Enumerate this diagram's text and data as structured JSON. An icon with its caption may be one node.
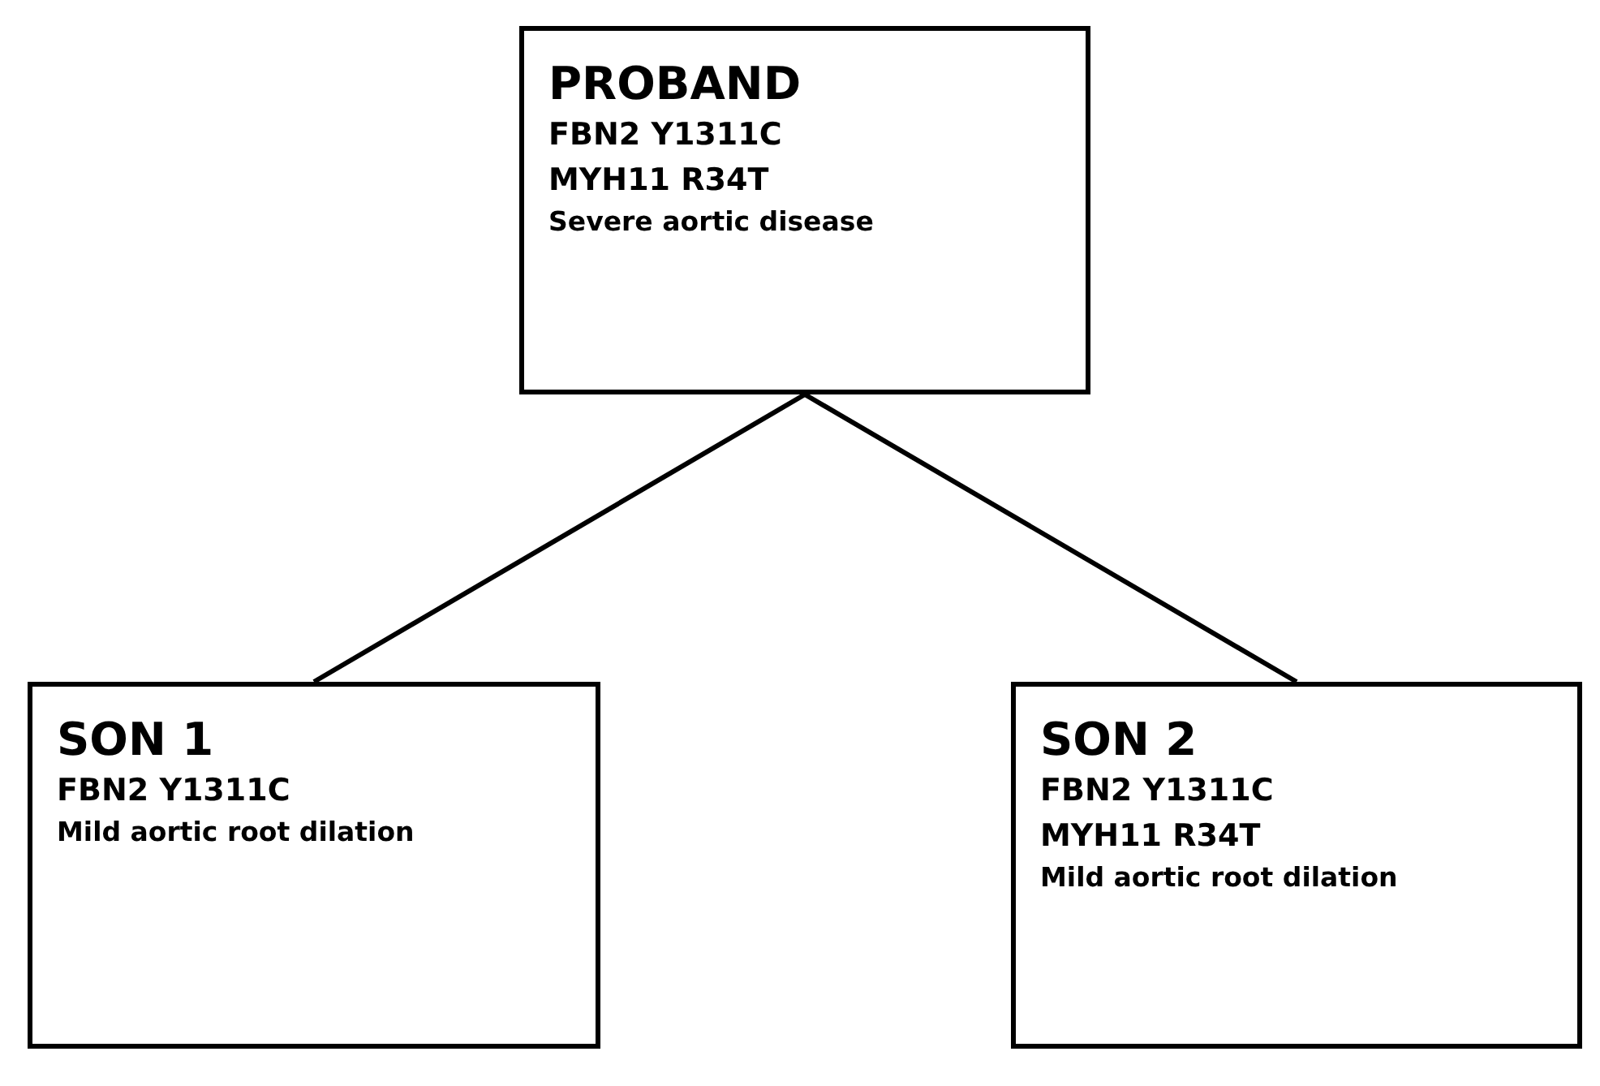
{
  "diagram": {
    "nodes": [
      {
        "text": [
          "PROBAND",
          "FBN2 Y1311C",
          "MYH11 R34T",
          "Severe aortic disease"
        ]
      },
      {
        "text": [
          "SON 1",
          "FBN2 Y1311C",
          "Mild aortic root dilation"
        ]
      },
      {
        "text": [
          "SON 2",
          "FBN2 Y1311C",
          "MYH11 R34T",
          "Mild aortic root dilation"
        ]
      }
    ],
    "edges": [
      {
        "from": 0,
        "to": 1,
        "arrow": "none"
      },
      {
        "from": 0,
        "to": 2,
        "arrow": "none"
      }
    ]
  }
}
